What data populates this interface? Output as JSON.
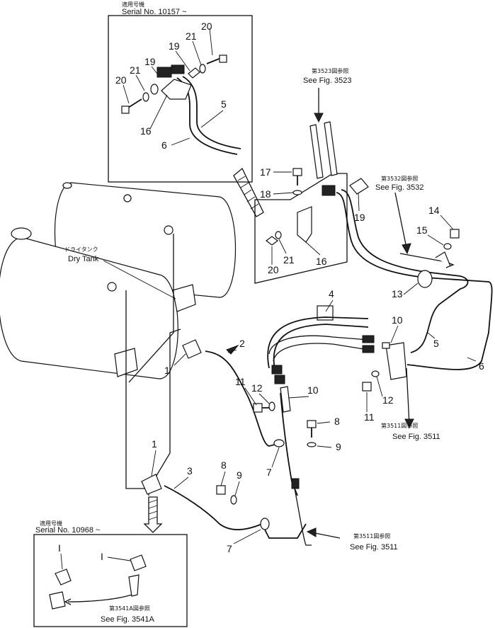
{
  "insets": {
    "top": {
      "jp": "適用号機",
      "serial": "Serial No. 10157 ~"
    },
    "bottom": {
      "jp": "適用号機",
      "serial": "Serial No. 10968 ~"
    }
  },
  "tank": {
    "jp": "ドライタンク",
    "en": "Dry Tank"
  },
  "refs": {
    "r3523": {
      "jp": "第3523図参照",
      "en": "See Fig. 3523"
    },
    "r3532": {
      "jp": "第3532図参照",
      "en": "See Fig. 3532"
    },
    "r3511a": {
      "jp": "第3511図参照",
      "en": "See Fig. 3511"
    },
    "r3511b": {
      "jp": "第3511図参照",
      "en": "See Fig. 3511"
    },
    "r3541a": {
      "jp": "第3541A図参照",
      "en": "See Fig. 3541A"
    }
  },
  "callouts": {
    "c1a": "1",
    "c1b": "1",
    "c2": "2",
    "c3": "3",
    "c4": "4",
    "c5a": "5",
    "c5b": "5",
    "c6a": "6",
    "c6b": "6",
    "c7a": "7",
    "c7b": "7",
    "c8a": "8",
    "c8b": "8",
    "c9a": "9",
    "c9b": "9",
    "c10a": "10",
    "c10b": "10",
    "c11a": "11",
    "c11b": "11",
    "c12a": "12",
    "c12b": "12",
    "c13": "13",
    "c14": "14",
    "c15": "15",
    "c16a": "16",
    "c16b": "16",
    "c17": "17",
    "c18": "18",
    "c19a": "19",
    "c19b": "19",
    "c19c": "19",
    "c20a": "20",
    "c20b": "20",
    "c20c": "20",
    "c21a": "21",
    "c21b": "21",
    "c21c": "21",
    "cIa": "I",
    "cIb": "I"
  }
}
